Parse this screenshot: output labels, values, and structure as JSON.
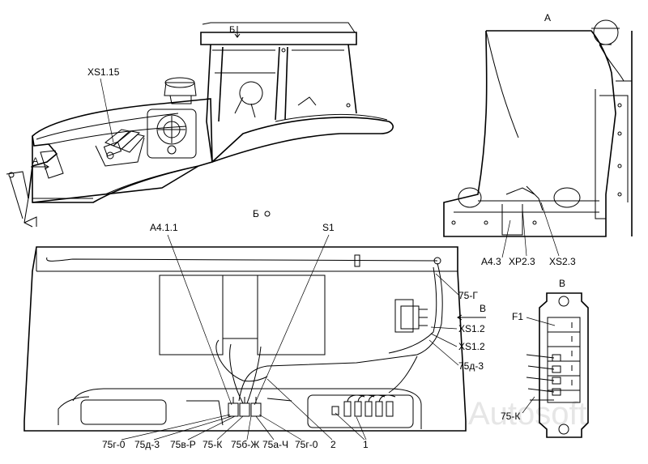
{
  "watermark": "Autosoft",
  "views": {
    "tractor": {
      "callouts": {
        "xs1_15": "XS1.15",
        "arrow_a": "А",
        "arrow_b": "Б",
        "view_b": "Б"
      }
    },
    "view_a": {
      "title": "А",
      "callouts": {
        "a4_3": "А4.3",
        "xp2_3": "XP2.3",
        "xs2_3": "XS2.3"
      }
    },
    "plan": {
      "callouts": {
        "a4_1_1": "А4.1.1",
        "s1": "S1",
        "w75g": "75-Г",
        "arrow_v": "В",
        "xs1_2_top": "XS1.2",
        "xs1_2_bot": "XS1.2",
        "w75d3_r": "75д-3",
        "b75g0_l": "75г-0",
        "b75d3": "75д-3",
        "b75vr": "75в-Р",
        "b75k": "75-К",
        "b75bzh": "75б-Ж",
        "b75ach": "75а-Ч",
        "b75g0_r": "75г-0",
        "n2": "2",
        "n1": "1"
      }
    },
    "view_v": {
      "title": "В",
      "callouts": {
        "f1": "F1",
        "w75k": "75-К"
      }
    }
  }
}
